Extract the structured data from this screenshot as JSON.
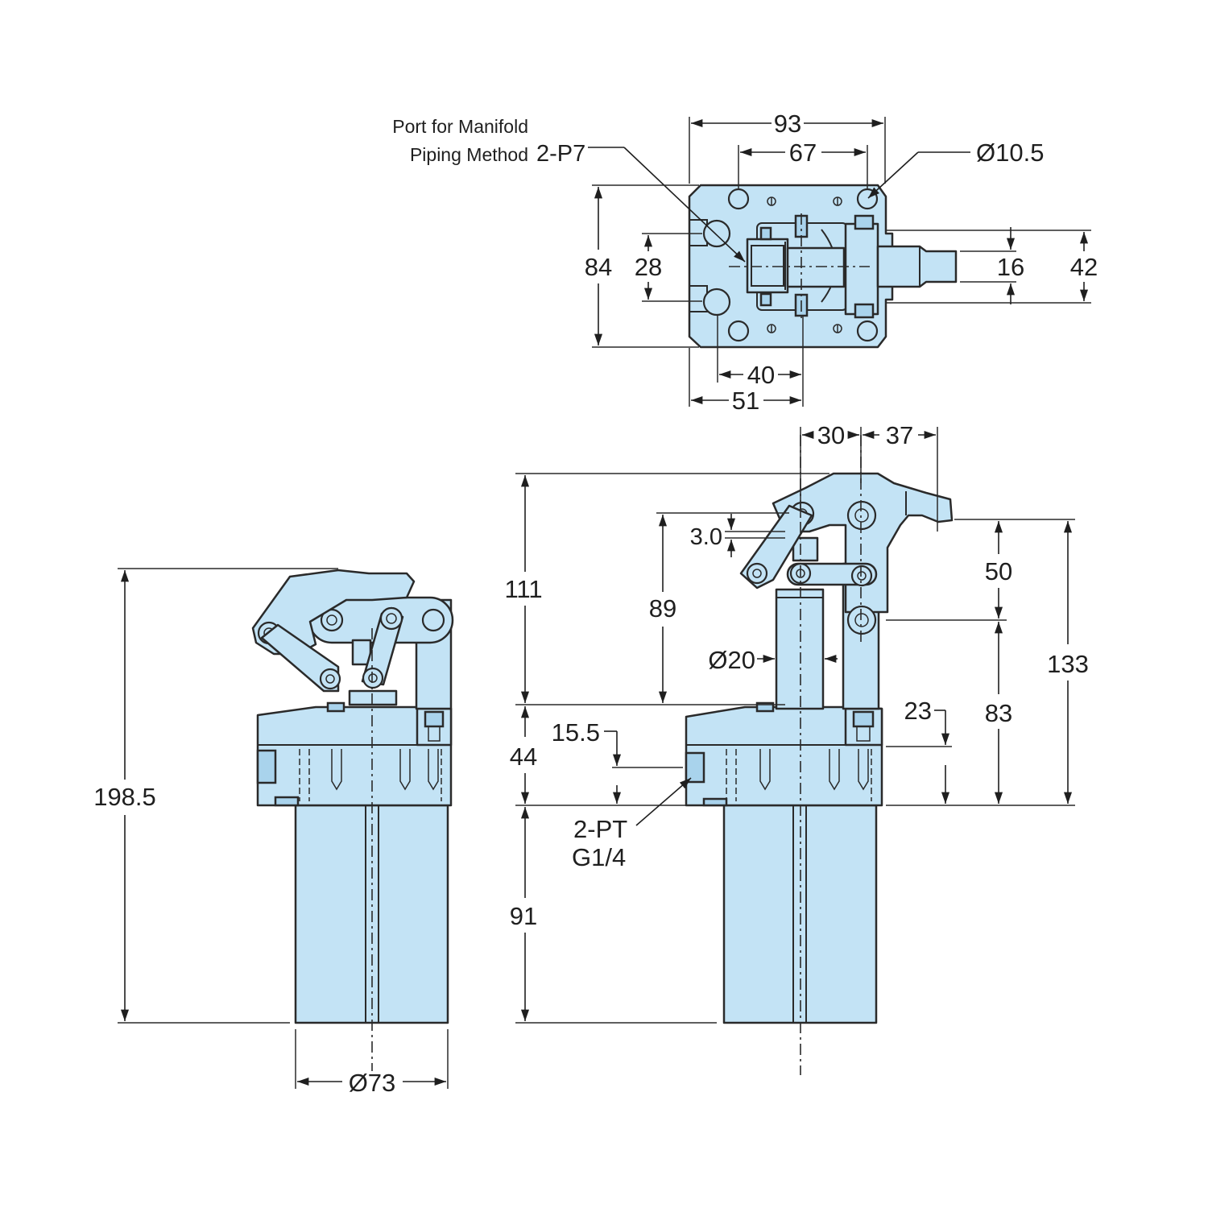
{
  "top_view": {
    "note_line1": "Port for Manifold",
    "note_line2": "Piping Method",
    "port_callout": "2-P7",
    "dims": {
      "overall_width": "93",
      "hole_spacing_x": "67",
      "hole_diameter": "Ø10.5",
      "overall_height": "84",
      "port_spacing": "28",
      "arm_width": "16",
      "arm_envelope": "42",
      "offset_40": "40",
      "offset_51": "51"
    }
  },
  "left_view": {
    "dims": {
      "total_height": "198.5",
      "body_diameter": "Ø73"
    }
  },
  "front_view": {
    "port_callout_line1": "2-PT",
    "port_callout_line2": "G1/4",
    "dims": {
      "pivot_to_center": "30",
      "arm_reach": "37",
      "clamp_height": "111",
      "link_height": "89",
      "stroke_gap": "3.0",
      "rod_diameter": "Ø20",
      "flange_height": "44",
      "port_height": "15.5",
      "body_height": "91",
      "tip_drop": "50",
      "pivot_height": "83",
      "overall_arm_height": "133",
      "side_port_height": "23"
    }
  },
  "colors": {
    "part_fill": "#c3e3f5",
    "line": "#2a2a2a",
    "background": "#ffffff"
  }
}
